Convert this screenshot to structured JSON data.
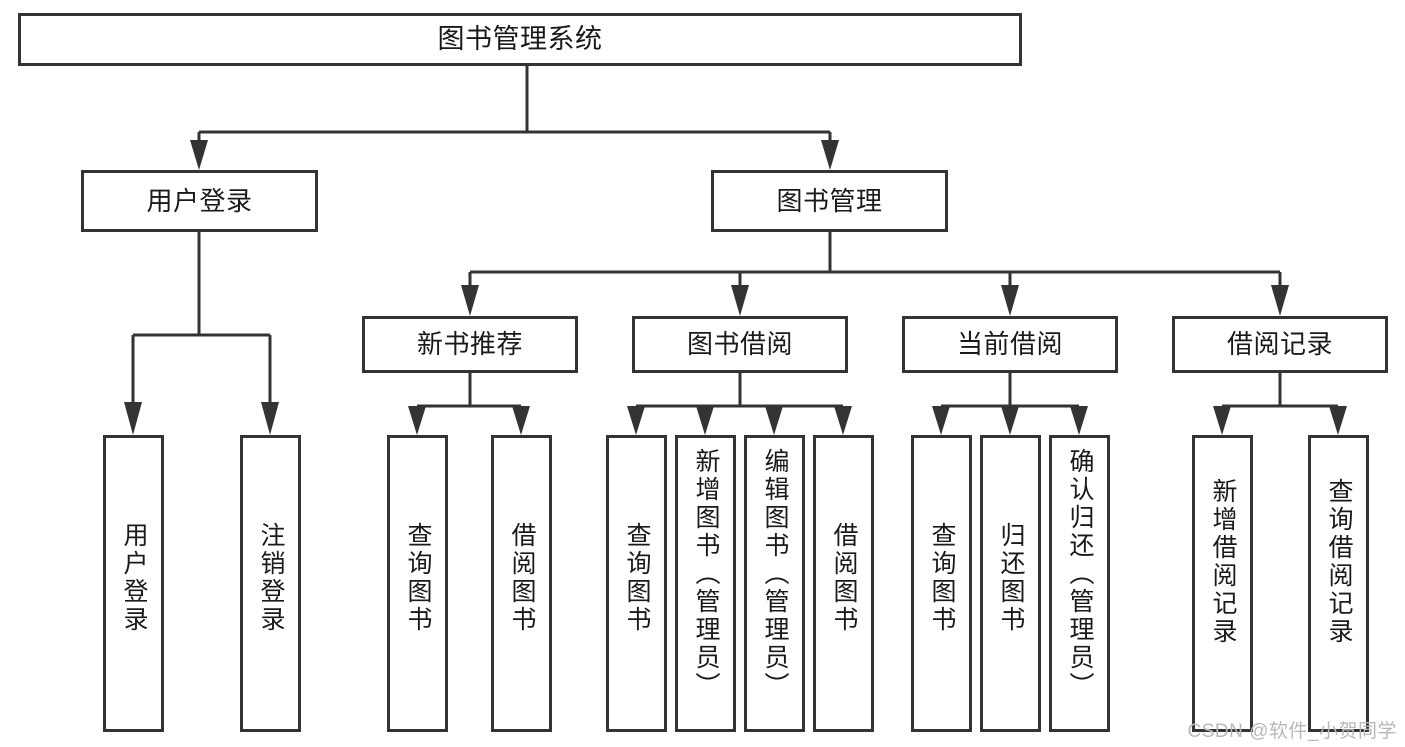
{
  "diagram": {
    "title": "图书管理系统",
    "type": "tree-hierarchy-chart",
    "levels": 4,
    "nodes": {
      "root": {
        "label": "图书管理系统"
      },
      "level2": [
        {
          "id": "user-login",
          "label": "用户登录"
        },
        {
          "id": "book-management",
          "label": "图书管理"
        }
      ],
      "level3": [
        {
          "id": "new-book-recommend",
          "label": "新书推荐"
        },
        {
          "id": "book-borrow",
          "label": "图书借阅"
        },
        {
          "id": "current-borrow",
          "label": "当前借阅"
        },
        {
          "id": "borrow-record",
          "label": "借阅记录"
        }
      ],
      "leaves": {
        "user-login": [
          {
            "id": "leaf-user-login",
            "label": "用户登录"
          },
          {
            "id": "leaf-logout-login",
            "label": "注销登录"
          }
        ],
        "new-book-recommend": [
          {
            "id": "leaf-query-book-1",
            "label": "查询图书"
          },
          {
            "id": "leaf-borrow-book-1",
            "label": "借阅图书"
          }
        ],
        "book-borrow": [
          {
            "id": "leaf-query-book-2",
            "label": "查询图书"
          },
          {
            "id": "leaf-add-book-admin",
            "label": "新增图书（管理员）"
          },
          {
            "id": "leaf-edit-book-admin",
            "label": "编辑图书（管理员）"
          },
          {
            "id": "leaf-borrow-book-2",
            "label": "借阅图书"
          }
        ],
        "current-borrow": [
          {
            "id": "leaf-query-book-3",
            "label": "查询图书"
          },
          {
            "id": "leaf-return-book",
            "label": "归还图书"
          },
          {
            "id": "leaf-confirm-return-admin",
            "label": "确认归还（管理员）"
          }
        ],
        "borrow-record": [
          {
            "id": "leaf-add-borrow-record",
            "label": "新增借阅记录"
          },
          {
            "id": "leaf-query-borrow-record",
            "label": "查询借阅记录"
          }
        ]
      }
    },
    "colors": {
      "stroke": "#333333",
      "fill": "#ffffff",
      "text": "#1a1a1a",
      "watermark": "#b8b8b8"
    }
  },
  "watermark": {
    "text": "CSDN @软件_小贺同学"
  }
}
